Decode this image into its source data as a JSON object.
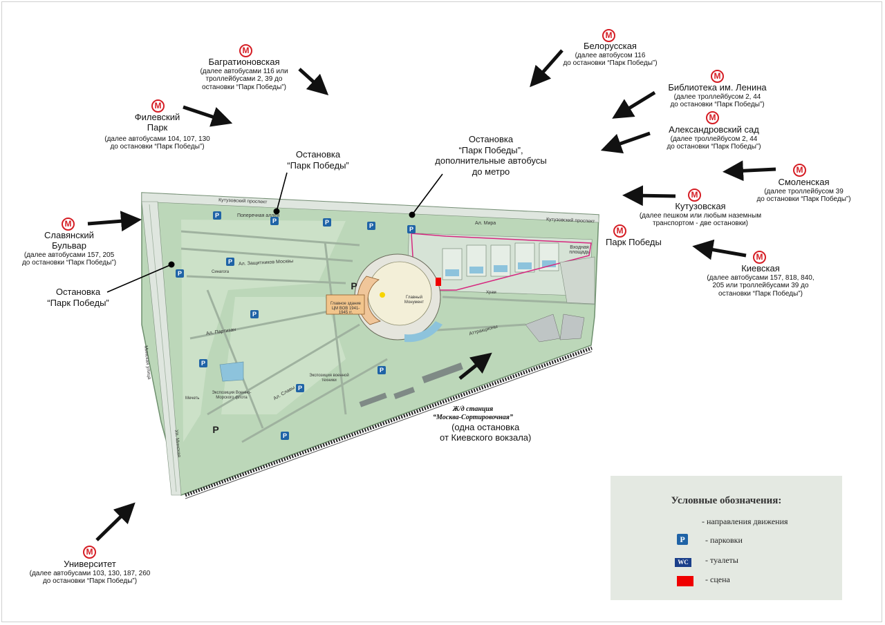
{
  "metro_letter": "М",
  "metro_color": "#d51d24",
  "parking_letter": "P",
  "wc_letter": "WC",
  "stations": {
    "bagration": {
      "name": "Багратионовская",
      "note1": "(далее автобусами 116 или",
      "note2": "троллейбусами 2, 39 до",
      "note3": "остановки “Парк Победы”)"
    },
    "fili": {
      "name1": "Филевский",
      "name2": "Парк",
      "note1": "(далее автобусами 104, 107, 130",
      "note2": "до остановки “Парк Победы”)"
    },
    "belorus": {
      "name": "Белорусская",
      "note1": "(далее автобусом  116",
      "note2": "до остановки “Парк Победы”)"
    },
    "lenin": {
      "name": "Библиотека им. Ленина",
      "note1": "(далее троллейбусом 2, 44",
      "note2": "до остановки “Парк Победы”)"
    },
    "alex": {
      "name": "Александровский сад",
      "note1": "(далее троллейбусом 2, 44",
      "note2": "до остановки “Парк Победы”)"
    },
    "smol": {
      "name": "Смоленская",
      "note1": "(далее троллейбусом 39",
      "note2": "до остановки “Парк Победы”)"
    },
    "kutuz": {
      "name": "Кутузовская",
      "note1": "(далее пешком или любым наземным",
      "note2": "транспортом - две остановки)"
    },
    "park": {
      "name": "Парк Победы"
    },
    "kiev": {
      "name": "Киевская",
      "note1": "(далее автобусами 157, 818, 840,",
      "note2": "205 или троллейбусами 39 до",
      "note3": "остановки “Парк Победы”)"
    },
    "slav": {
      "name1": "Славянский",
      "name2": "Бульвар",
      "note1": "(далее автобусами 157, 205",
      "note2": "до остановки “Парк Победы”)"
    },
    "univ": {
      "name": "Университет",
      "note1": "(далее автобусами 103, 130, 187, 260",
      "note2": "до остановки “Парк Победы”)"
    }
  },
  "stops": {
    "stop_center1": "Остановка",
    "stop_center2": "“Парк Победы”",
    "stop_extra1": "Остановка",
    "stop_extra2": "“Парк Победы”,",
    "stop_extra3": "дополнительные автобусы",
    "stop_extra4": "до метро",
    "stop_west1": "Остановка",
    "stop_west2": "“Парк Победы”"
  },
  "railway": {
    "line1": "Ж/д станция",
    "line2": "“Москва-Сортировочная”",
    "line3": "(одна остановка",
    "line4": "от Киевского вокзала)"
  },
  "streets": {
    "kutuz1": "Кутузовский проспект",
    "kutuz2": "Кутузовский проспект",
    "minsk": "Минская улица",
    "ulminsk": "Ул. Минская",
    "peace": "Ал. Мира",
    "heroes": "Ал. Защитников Москвы",
    "poperech": "Поперечная аллея",
    "partizan": "Ал. Партизан",
    "slava": "Ал. Славы",
    "square": "Входная площадь",
    "attr": "Аттракционы",
    "museum": "Главное здание ЦМ ВОВ 1941-1945 гг.",
    "tech": "Экспозиция военной техники",
    "navy": "Экспозиция Военно-Морского флота",
    "church": "Храм",
    "obel": "Главный Монумент",
    "syn": "Синагога",
    "mosque": "Мечеть"
  },
  "legend": {
    "title": "Условные обозначения:",
    "arrow": "- направления движения",
    "parking": "- парковки",
    "toilets": "- туалеты",
    "stage": "- сцена"
  }
}
